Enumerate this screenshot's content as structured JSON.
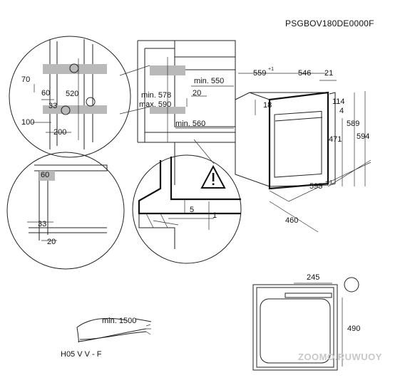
{
  "model_code": "PSGBOV180DE0000F",
  "cable": {
    "length_label": "min. 1500",
    "type_label": "H05 V V - F"
  },
  "niche_dims": {
    "min_550": "min. 550",
    "d20": "20",
    "min_578": "min. 578",
    "max_590": "max. 590",
    "min_560": "min. 560"
  },
  "oven_dims": {
    "d559": "559",
    "d559_tol": "+1",
    "d546": "546",
    "d21": "21",
    "d18": "18",
    "d114": "114",
    "d4": "4",
    "d471": "471",
    "d589": "589",
    "d594": "594",
    "d595": "595",
    "d595_tol": "+-1",
    "d460": "460"
  },
  "detail_top": {
    "d70": "70",
    "d60": "60",
    "d520": "520",
    "d33": "33",
    "d100": "100",
    "d200": "200"
  },
  "detail_left": {
    "d60": "60",
    "d33": "33",
    "d20": "20"
  },
  "detail_right": {
    "d5": "5",
    "d1": "1"
  },
  "front_view": {
    "d245": "245",
    "d490": "490"
  },
  "watermark": "ZOOMO.RUWUOY"
}
